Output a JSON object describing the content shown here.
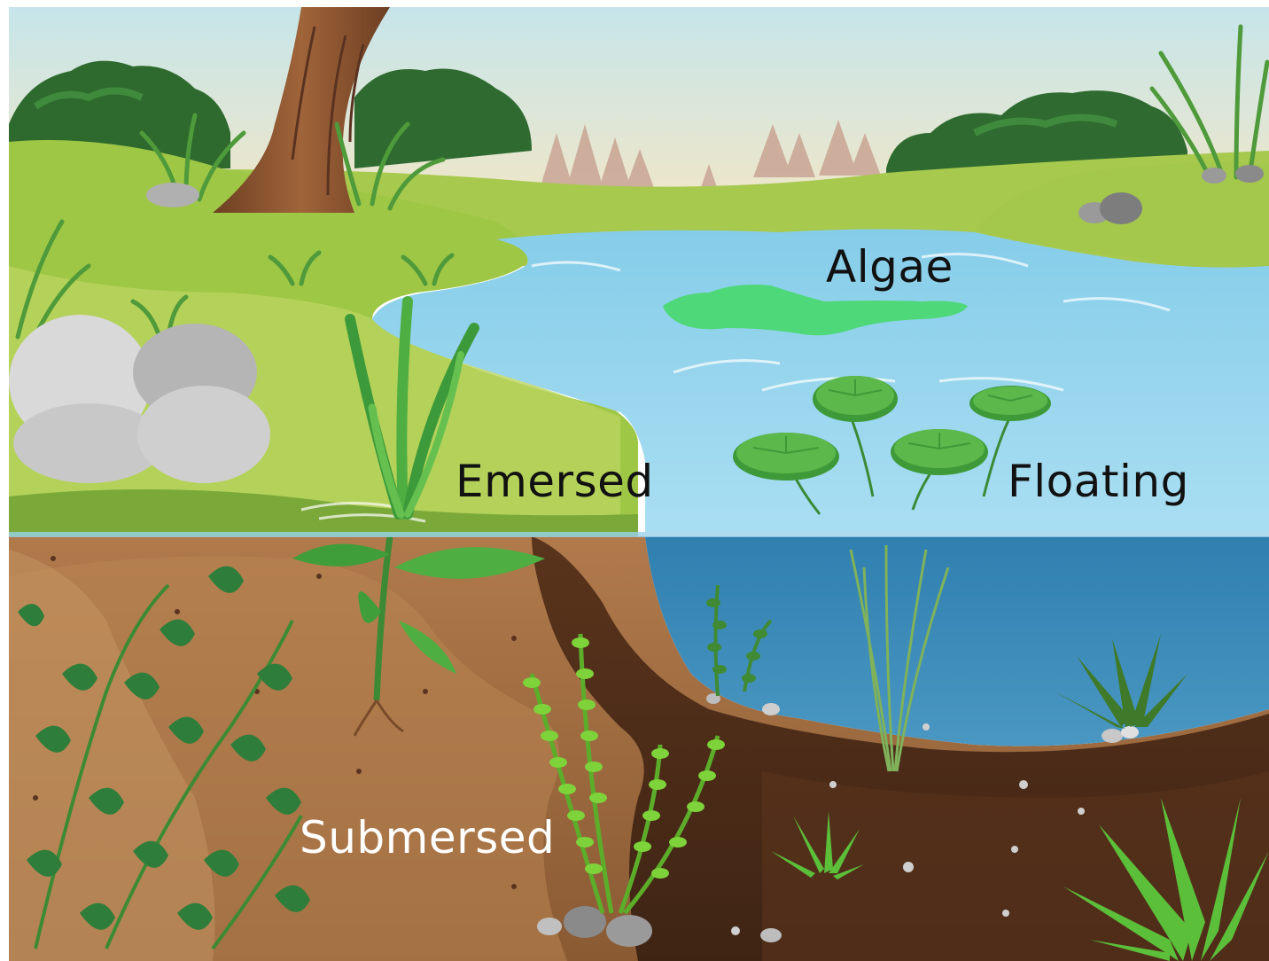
{
  "labels": {
    "algae": "Algae",
    "emersed": "Emersed",
    "floating": "Floating",
    "submersed": "Submersed"
  },
  "colors": {
    "sky_top": "#c9e6e8",
    "sky_bottom": "#f4e6c6",
    "distant_trees": "#c9ab98",
    "bushes": "#2f6a2f",
    "grass": "#9fc746",
    "grass_dark": "#7aa93a",
    "water": "#8fd3ef",
    "water_deep": "#3d86b4",
    "algae": "#4fd87a",
    "lily_pad": "#3f9c3a",
    "soil_light": "#a57044",
    "soil_mid": "#7a4b2a",
    "soil_dark": "#4a2c18",
    "tree_trunk": "#8a5430",
    "rock": "#bdbdbd",
    "leaf_dark": "#2e7d3a",
    "leaf_bright": "#7ed33a"
  }
}
